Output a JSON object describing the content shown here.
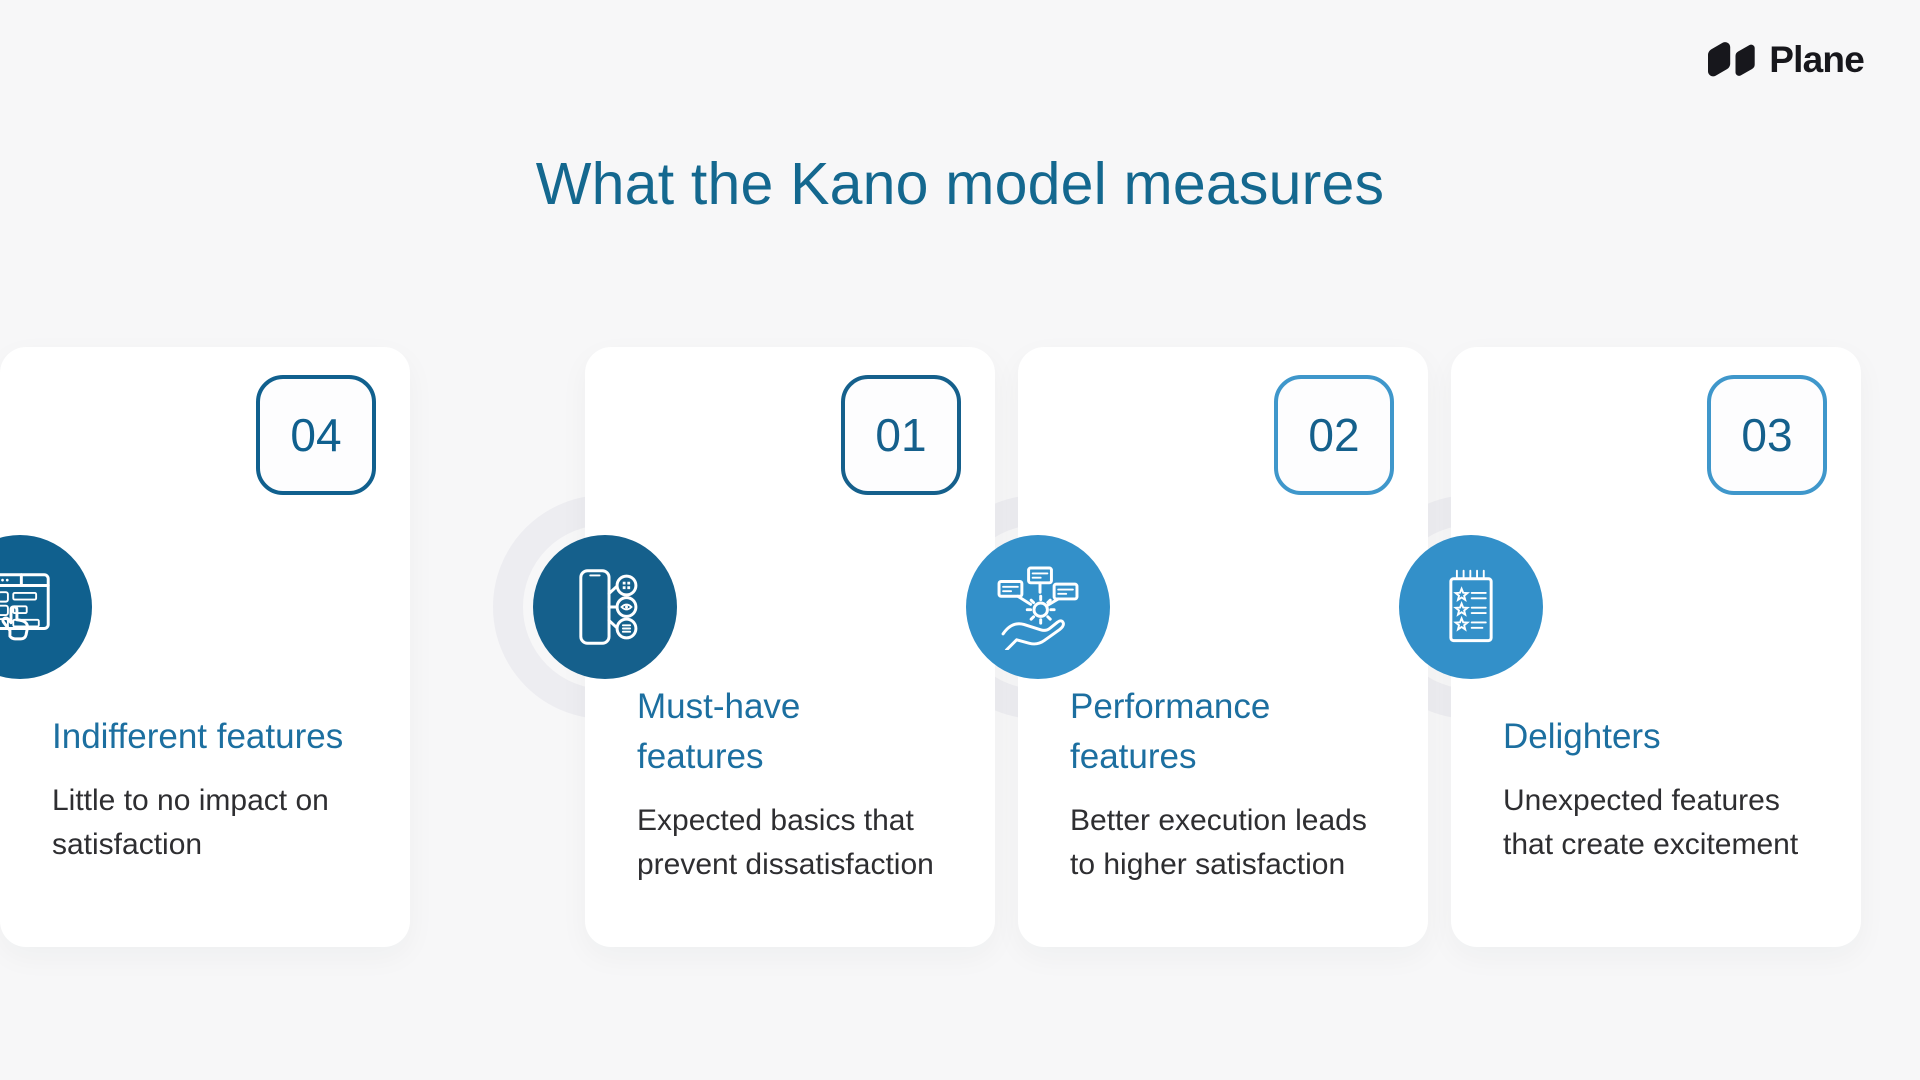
{
  "page": {
    "background": "#f7f7f8"
  },
  "header": {
    "logo_text": "Plane",
    "logo_icon": "plane-logo-icon",
    "logo_color": "#17171c"
  },
  "title": {
    "text": "What the Kano model measures",
    "color": "#14688f"
  },
  "styles": {
    "card_background": "#ffffff",
    "ring_color": "#ededf1",
    "heading_color": "#1c6fa0",
    "body_color": "#2e2e31",
    "dark_accent": "#15608c",
    "light_accent": "#3390c9"
  },
  "cards": [
    {
      "number": "01",
      "heading": "Must-have\nfeatures",
      "body": "Expected basics that\nprevent dissatisfaction",
      "icon": "phone-features-icon",
      "accent": "#15608c",
      "badge_border": "#15608c",
      "badge_text": "#15608c"
    },
    {
      "number": "02",
      "heading": "Performance\nfeatures",
      "body": "Better execution leads\nto higher satisfaction",
      "icon": "hand-gear-icon",
      "accent": "#3390c9",
      "badge_border": "#3f97cb",
      "badge_text": "#15608c"
    },
    {
      "number": "03",
      "heading": "Delighters",
      "body": "Unexpected features\nthat create excitement",
      "icon": "star-checklist-icon",
      "accent": "#3390c9",
      "badge_border": "#3f97cb",
      "badge_text": "#15608c"
    },
    {
      "number": "04",
      "heading": "Indifferent features",
      "body": "Little to no impact on\nsatisfaction",
      "icon": "form-click-icon",
      "accent": "#10608e",
      "badge_border": "#10608e",
      "badge_text": "#10608e"
    }
  ]
}
